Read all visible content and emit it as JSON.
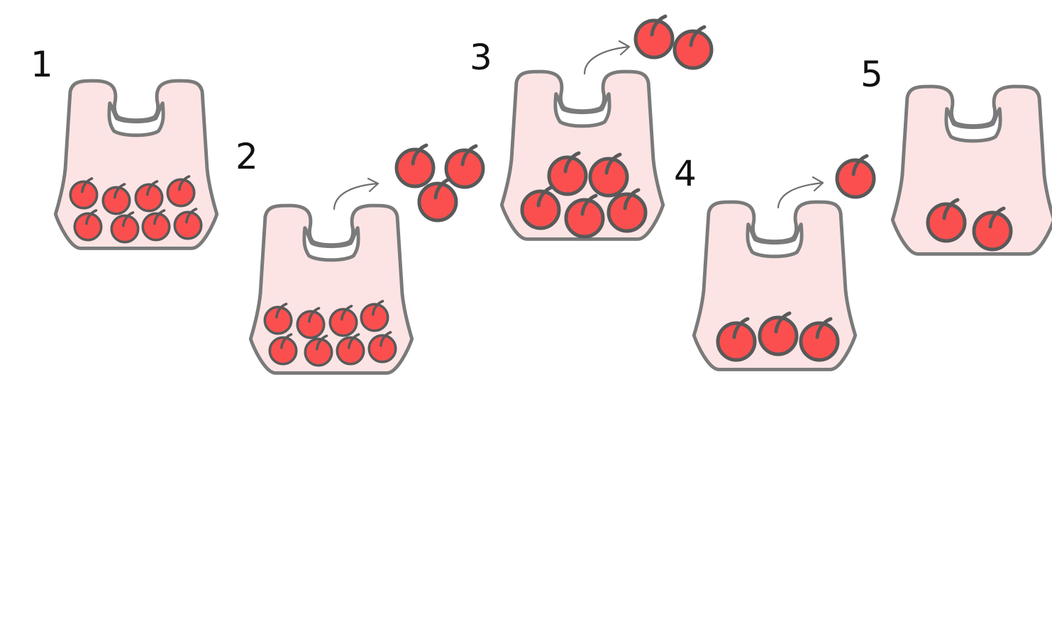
{
  "steps": [
    {
      "number": "1",
      "apples_in_bag": 8,
      "apples_removed": 0
    },
    {
      "number": "2",
      "apples_in_bag": 8,
      "apples_removed": 3
    },
    {
      "number": "3",
      "apples_in_bag": 5,
      "apples_removed": 2
    },
    {
      "number": "4",
      "apples_in_bag": 3,
      "apples_removed": 1
    },
    {
      "number": "5",
      "apples_in_bag": 2,
      "apples_removed": 0
    }
  ],
  "colors": {
    "bag_fill": "#fde4e4",
    "outline": "#7a7a7a",
    "apple": "#fb4f4f",
    "apple_outline": "#595959"
  },
  "icons": {
    "bag": "shopping-bag-icon",
    "apple": "apple-icon",
    "arrow": "curved-arrow-icon"
  }
}
